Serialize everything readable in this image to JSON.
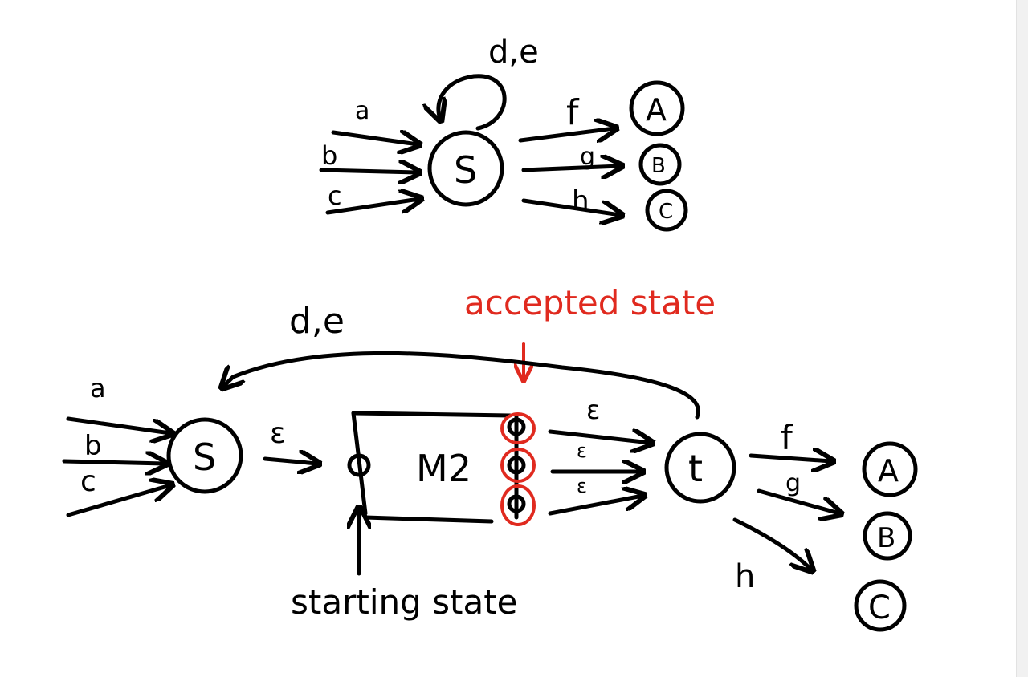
{
  "top_diagram": {
    "self_loop_label": "d,e",
    "inputs": [
      "a",
      "b",
      "c"
    ],
    "state": "S",
    "outputs": [
      {
        "label": "f",
        "target": "A"
      },
      {
        "label": "g",
        "target": "B"
      },
      {
        "label": "h",
        "target": "C"
      }
    ]
  },
  "bottom_diagram": {
    "accepted_annotation": "accepted state",
    "loop_back_label": "d,e",
    "inputs": [
      "a",
      "b",
      "c"
    ],
    "start_state": "S",
    "epsilon_in": "ε",
    "machine_label": "M2",
    "accept_epsilons": [
      "ε",
      "ε",
      "ε"
    ],
    "final_state": "t",
    "outputs": [
      {
        "label": "f",
        "target": "A"
      },
      {
        "label": "g",
        "target": "B"
      },
      {
        "label": "h",
        "target": "C"
      }
    ],
    "starting_annotation": "starting state"
  },
  "colors": {
    "ink": "#000000",
    "annotation": "#e02a1f",
    "background": "#ffffff"
  }
}
